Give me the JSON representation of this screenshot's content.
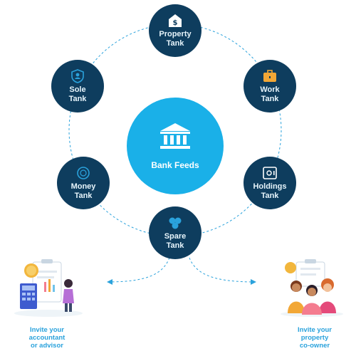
{
  "center": {
    "label": "Bank Feeds",
    "icon": "bank-icon",
    "color": "#1ab0e8"
  },
  "node_color": "#0e3d5e",
  "nodes": [
    {
      "id": "property",
      "label_line1": "Property",
      "label_line2": "Tank",
      "icon": "house-dollar-icon"
    },
    {
      "id": "work",
      "label_line1": "Work",
      "label_line2": "Tank",
      "icon": "briefcase-icon"
    },
    {
      "id": "holdings",
      "label_line1": "Holdings",
      "label_line2": "Tank",
      "icon": "safe-icon"
    },
    {
      "id": "spare",
      "label_line1": "Spare",
      "label_line2": "Tank",
      "icon": "coins-icon"
    },
    {
      "id": "money",
      "label_line1": "Money",
      "label_line2": "Tank",
      "icon": "coin-icon"
    },
    {
      "id": "sole",
      "label_line1": "Sole",
      "label_line2": "Tank",
      "icon": "shield-user-icon"
    }
  ],
  "invites": [
    {
      "line1": "Invite your",
      "line2": "accountant",
      "line3": "or advisor",
      "icon": "accountant-illustration"
    },
    {
      "line1": "Invite your",
      "line2": "property",
      "line3": "co-owner",
      "icon": "co-owner-illustration"
    }
  ],
  "accent": "#2aa2dc"
}
